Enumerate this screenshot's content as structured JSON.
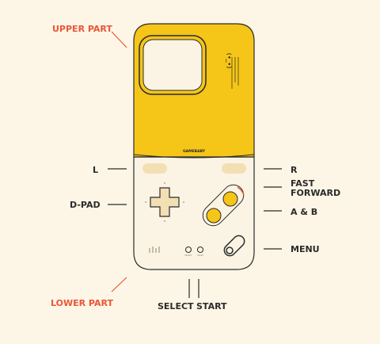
{
  "colors": {
    "background": "#fdf6e6",
    "case_yellow": "#f5c518",
    "case_cream": "#fbf4e4",
    "button_tan": "#f3dfb4",
    "outline": "#2b2b2b",
    "accent_red": "#e8573a",
    "label_dark": "#2b2b2b",
    "label_orange": "#e8573a"
  },
  "labels": {
    "upper_part": "UPPER PART",
    "lower_part": "LOWER PART",
    "l": "L",
    "r": "R",
    "dpad": "D-PAD",
    "fast_forward_1": "FAST",
    "fast_forward_2": "FORWARD",
    "a_b": "A & B",
    "menu": "MENU",
    "select": "SELECT",
    "start": "START"
  },
  "case_text": {
    "brand": "GAMEBABY",
    "logo": "(•_•)",
    "select_tag": "SELECT",
    "start_tag": "START"
  },
  "icons": [
    "camera-cutout-icon",
    "dpad-icon",
    "a-button-icon",
    "b-button-icon",
    "menu-button-icon",
    "fast-forward-indicator-icon",
    "speaker-icon"
  ]
}
